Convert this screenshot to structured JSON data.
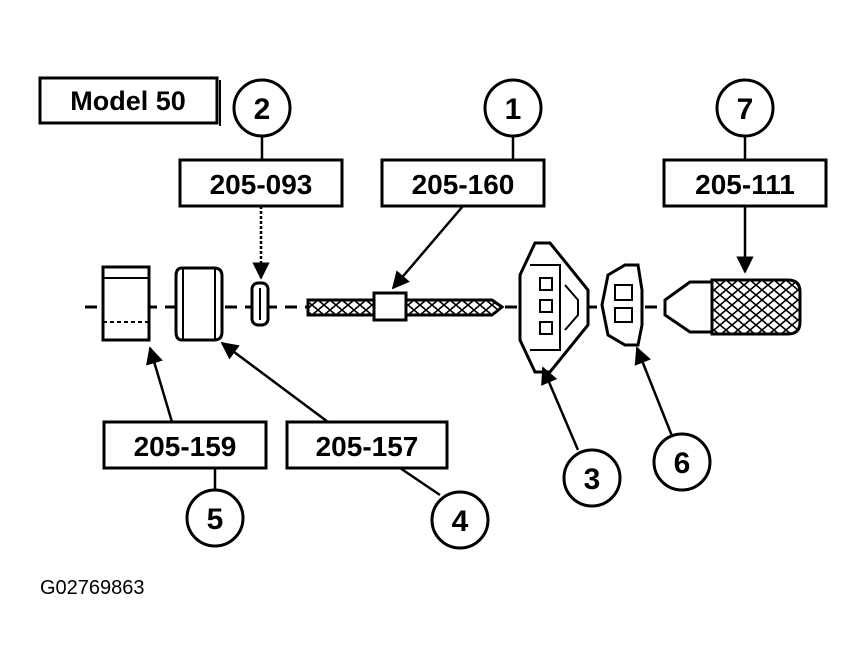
{
  "model_label": "Model 50",
  "figure_id": "G02769863",
  "callouts": [
    {
      "number": "1",
      "part_number": "205-160"
    },
    {
      "number": "2",
      "part_number": "205-093"
    },
    {
      "number": "3",
      "part_number": ""
    },
    {
      "number": "4",
      "part_number": "205-157"
    },
    {
      "number": "5",
      "part_number": "205-159"
    },
    {
      "number": "6",
      "part_number": ""
    },
    {
      "number": "7",
      "part_number": "205-111"
    }
  ]
}
